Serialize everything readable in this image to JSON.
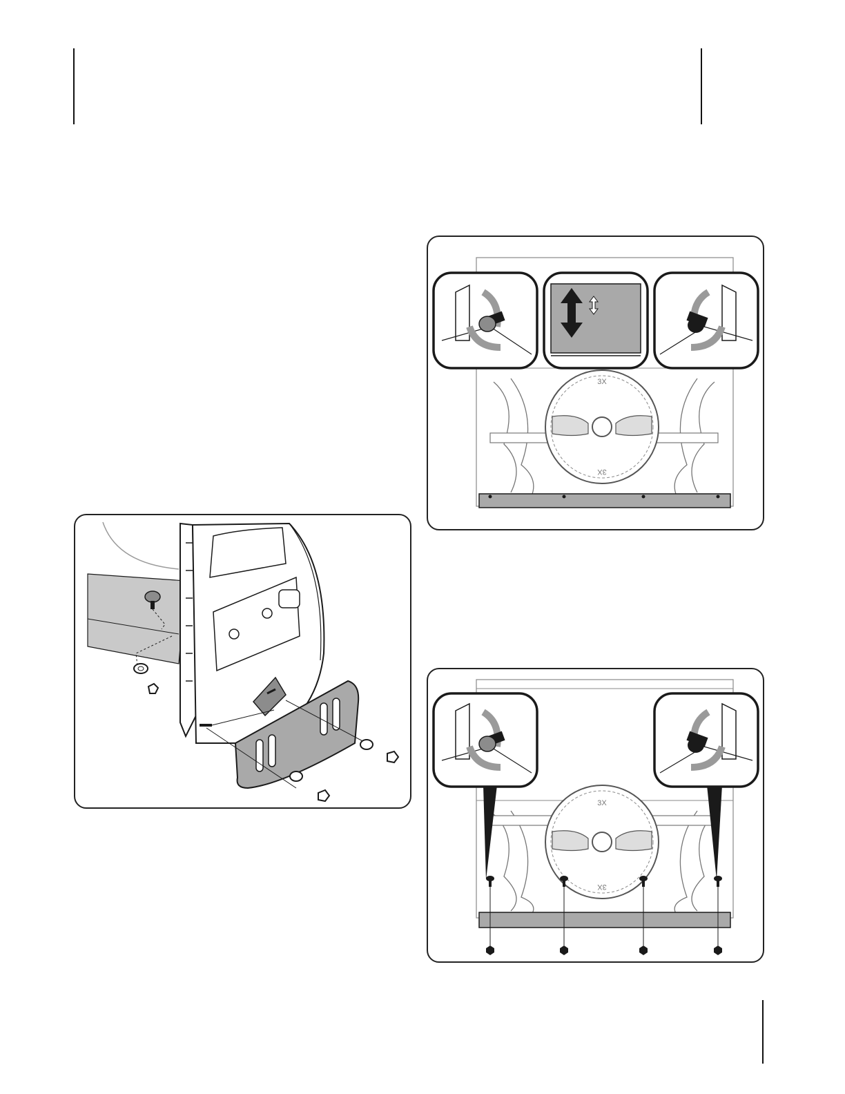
{
  "colors": {
    "line": "#1a1a1a",
    "shade": "#c9c9c9",
    "shade_dark": "#8c8c8c",
    "arrow": "#9a9a9a",
    "scraper": "#a9a9a9"
  },
  "figures": {
    "shoe_install": {
      "icon": "skid-shoe-exploded-diagram"
    },
    "shoe_adjust": {
      "icon": "skid-shoe-height-adjust-diagram",
      "impeller_marks": [
        "3X",
        "3X"
      ]
    },
    "scraper_install": {
      "icon": "shave-plate-install-diagram",
      "impeller_marks": [
        "3X",
        "3X"
      ]
    }
  }
}
